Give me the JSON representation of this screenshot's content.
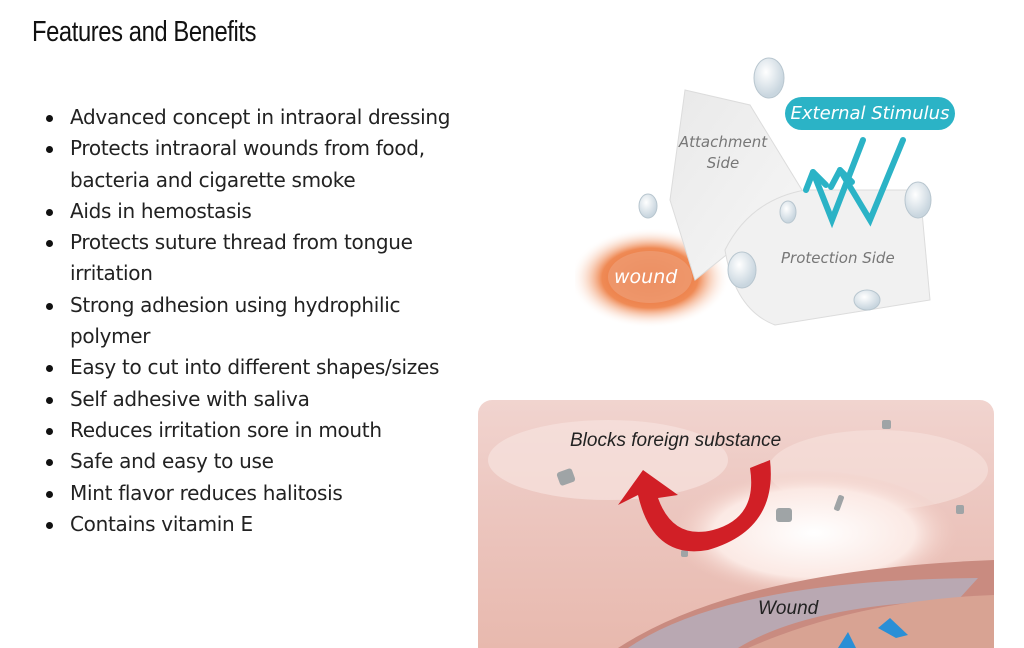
{
  "page": {
    "title": "Features and Benefits"
  },
  "features": [
    "Advanced  concept in intraoral dressing",
    "Protects intraoral wounds from food, bacteria and cigarette smoke",
    "Aids in hemostasis",
    "Protects suture thread from tongue irritation",
    "Strong adhesion using hydrophilic polymer",
    "Easy to cut into different shapes/sizes",
    "Self adhesive with saliva",
    "Reduces irritation sore in mouth",
    "Safe and easy to use",
    "Mint flavor reduces halitosis",
    "Contains vitamin E"
  ],
  "figure_dressing": {
    "external_stimulus": "External Stimulus",
    "attachment_side_line1": "Attachment",
    "attachment_side_line2": "Side",
    "protection_side": "Protection Side",
    "wound": "wound",
    "colors": {
      "teal": "#2bb3c6",
      "wound_orange": "#e8632a",
      "dressing": "#f2f2f2"
    }
  },
  "figure_barrier": {
    "blocks_label": "Blocks foreign substance",
    "wound_label": "Wound",
    "colors": {
      "arrow_red": "#d11f26",
      "tissue_pink": "#ecc6bf",
      "wound_gray": "#b9a8b2",
      "blue_arrow": "#2a8fd6"
    }
  }
}
